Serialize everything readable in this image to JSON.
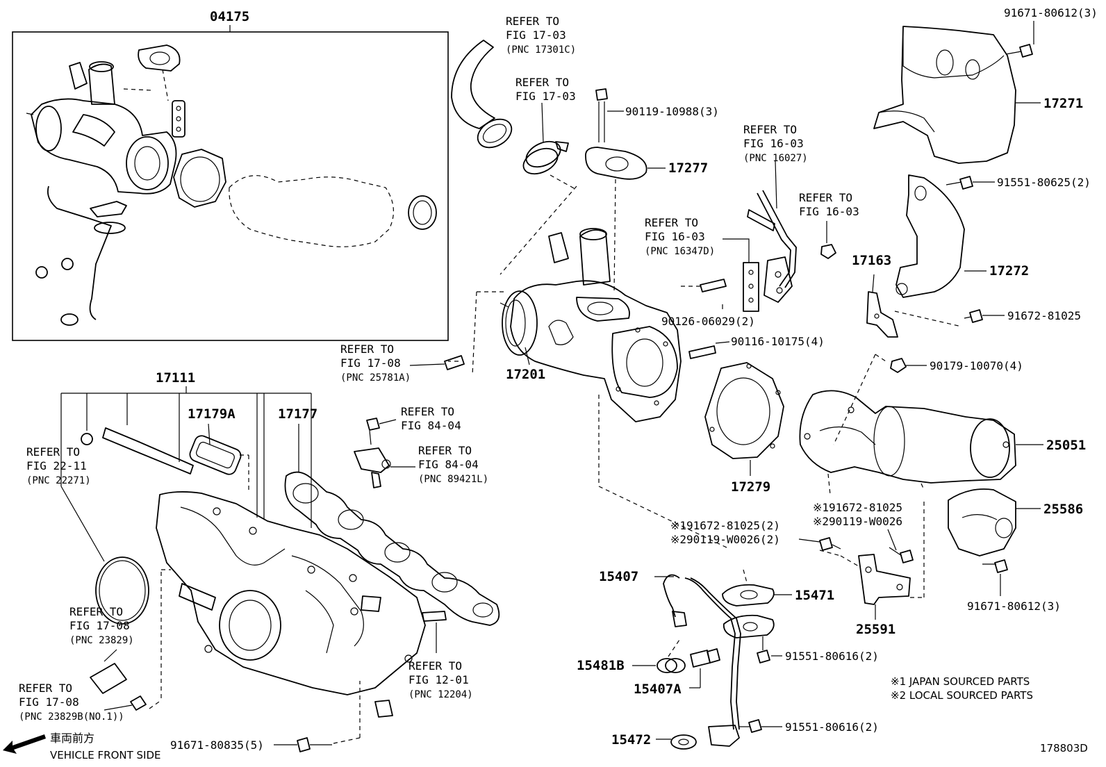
{
  "assembly_box_label": "04175",
  "parts": {
    "p17111": "17111",
    "p17179a": "17179A",
    "p17177": "17177",
    "p17201": "17201",
    "p17277": "17277",
    "p17279": "17279",
    "p17271": "17271",
    "p17272": "17272",
    "p17163": "17163",
    "p25051": "25051",
    "p25586": "25586",
    "p25591": "25591",
    "p15407": "15407",
    "p15471": "15471",
    "p15481b": "15481B",
    "p15407a": "15407A",
    "p15472": "15472",
    "b90119_10988": "90119-10988(3)",
    "b91671_80612_top": "91671-80612(3)",
    "b91551_80625": "91551-80625(2)",
    "b91672_81025": "91672-81025",
    "b90126_06029": "90126-06029(2)",
    "b90116_10175": "90116-10175(4)",
    "b90179_10070": "90179-10070(4)",
    "b91671_80612_bot": "91671-80612(3)",
    "b91551_80616_a": "91551-80616(2)",
    "b91551_80616_b": "91551-80616(2)",
    "b91671_80835": "91671-80835(5)",
    "b_jp1": "※191672-81025(2)",
    "b_jp2": "※290119-W0026(2)",
    "b_r1": "※191672-81025",
    "b_r2": "※290119-W0026"
  },
  "refs": {
    "r1": {
      "l1": "REFER TO",
      "l2": "FIG 17-03",
      "l3": "(PNC 17301C)"
    },
    "r2": {
      "l1": "REFER TO",
      "l2": "FIG 17-03"
    },
    "r3": {
      "l1": "REFER TO",
      "l2": "FIG 16-03",
      "l3": "(PNC 16027)"
    },
    "r4": {
      "l1": "REFER TO",
      "l2": "FIG 16-03"
    },
    "r5": {
      "l1": "REFER TO",
      "l2": "FIG 16-03",
      "l3": "(PNC 16347D)"
    },
    "r6": {
      "l1": "REFER TO",
      "l2": "FIG 17-08",
      "l3": "(PNC 25781A)"
    },
    "r7": {
      "l1": "REFER TO",
      "l2": "FIG 84-04"
    },
    "r8": {
      "l1": "REFER TO",
      "l2": "FIG 84-04",
      "l3": "(PNC 89421L)"
    },
    "r9": {
      "l1": "REFER TO",
      "l2": "FIG 22-11",
      "l3": "(PNC 22271)"
    },
    "r10": {
      "l1": "REFER TO",
      "l2": "FIG 17-08",
      "l3": "(PNC 23829)"
    },
    "r11": {
      "l1": "REFER TO",
      "l2": "FIG 17-08",
      "l3": "(PNC 23829B(NO.1))"
    },
    "r12": {
      "l1": "REFER TO",
      "l2": "FIG 12-01",
      "l3": "(PNC 12204)"
    }
  },
  "notes": {
    "n1": "※1 JAPAN SOURCED PARTS",
    "n2": "※2 LOCAL SOURCED PARTS"
  },
  "direction": {
    "jp": "車両前方",
    "en": "VEHICLE FRONT SIDE"
  },
  "figure_id": "178803D",
  "icons": {
    "direction_arrow": "arrow-left-down-icon"
  }
}
